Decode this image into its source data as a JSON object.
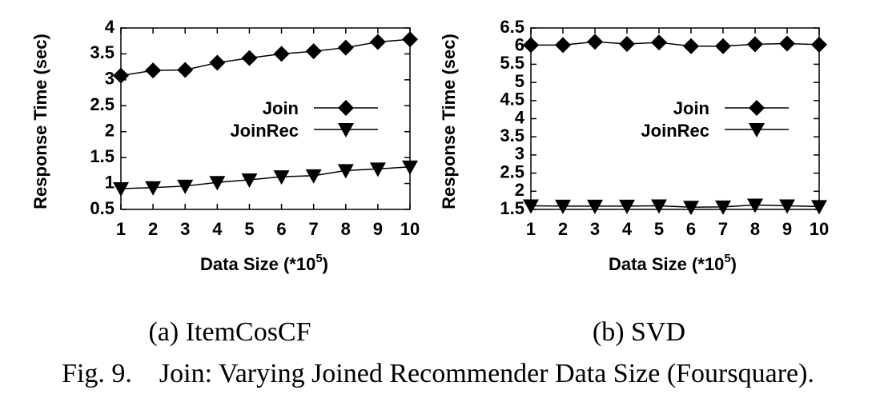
{
  "chart_data": [
    {
      "type": "line",
      "xlabel": "Data Size (*10",
      "xlabel_sup": "5",
      "xlabel_close": ")",
      "ylabel": "Response Time (sec)",
      "x": [
        1,
        2,
        3,
        4,
        5,
        6,
        7,
        8,
        9,
        10
      ],
      "x_ticks": [
        "1",
        "2",
        "3",
        "4",
        "5",
        "6",
        "7",
        "8",
        "9",
        "10"
      ],
      "y_ticks": [
        "0.5",
        "1",
        "1.5",
        "2",
        "2.5",
        "3",
        "3.5",
        "4"
      ],
      "y_tick_values": [
        0.5,
        1,
        1.5,
        2,
        2.5,
        3,
        3.5,
        4
      ],
      "xlim": [
        1,
        10
      ],
      "ylim": [
        0.5,
        4
      ],
      "grid": false,
      "legend_position": "center-right",
      "series": [
        {
          "name": "Join",
          "marker": "diamond",
          "values": [
            3.08,
            3.18,
            3.19,
            3.33,
            3.42,
            3.5,
            3.55,
            3.62,
            3.73,
            3.78
          ]
        },
        {
          "name": "JoinRec",
          "marker": "triangle-down",
          "values": [
            0.9,
            0.92,
            0.95,
            1.02,
            1.07,
            1.13,
            1.15,
            1.25,
            1.28,
            1.32
          ]
        }
      ],
      "caption": "(a) ItemCosCF"
    },
    {
      "type": "line",
      "xlabel": "Data Size (*10",
      "xlabel_sup": "5",
      "xlabel_close": ")",
      "ylabel": "Response Time (sec)",
      "x": [
        1,
        2,
        3,
        4,
        5,
        6,
        7,
        8,
        9,
        10
      ],
      "x_ticks": [
        "1",
        "2",
        "3",
        "4",
        "5",
        "6",
        "7",
        "8",
        "9",
        "10"
      ],
      "y_ticks": [
        "1.5",
        "2",
        "2.5",
        "3",
        "3.5",
        "4",
        "4.5",
        "5",
        "5.5",
        "6",
        "6.5"
      ],
      "y_tick_values": [
        1.5,
        2,
        2.5,
        3,
        3.5,
        4,
        4.5,
        5,
        5.5,
        6,
        6.5
      ],
      "xlim": [
        1,
        10
      ],
      "ylim": [
        1.5,
        6.5
      ],
      "grid": false,
      "legend_position": "center-right",
      "series": [
        {
          "name": "Join",
          "marker": "diamond",
          "values": [
            6.03,
            6.03,
            6.12,
            6.06,
            6.1,
            6.0,
            6.0,
            6.05,
            6.07,
            6.04
          ]
        },
        {
          "name": "JoinRec",
          "marker": "triangle-down",
          "values": [
            1.6,
            1.59,
            1.59,
            1.59,
            1.6,
            1.56,
            1.57,
            1.62,
            1.6,
            1.58
          ]
        }
      ],
      "caption": "(b) SVD"
    }
  ],
  "figure_caption": "Fig. 9.    Join: Varying Joined Recommender Data Size (Foursquare)."
}
